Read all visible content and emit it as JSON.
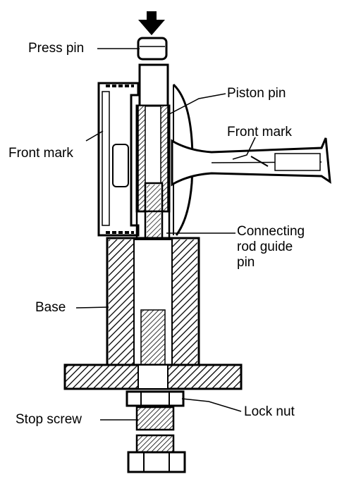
{
  "diagram": {
    "labels": {
      "press_pin": "Press pin",
      "piston_pin": "Piston pin",
      "front_mark_left": "Front mark",
      "front_mark_right": "Front mark",
      "connecting_rod_guide_pin": [
        "Connecting",
        "rod guide",
        "pin"
      ],
      "base": "Base",
      "stop_screw": "Stop screw",
      "lock_nut": "Lock nut"
    },
    "colors": {
      "ink": "#000000",
      "paper": "#ffffff"
    },
    "icons": {
      "force_arrow": "down-arrow-icon"
    }
  }
}
